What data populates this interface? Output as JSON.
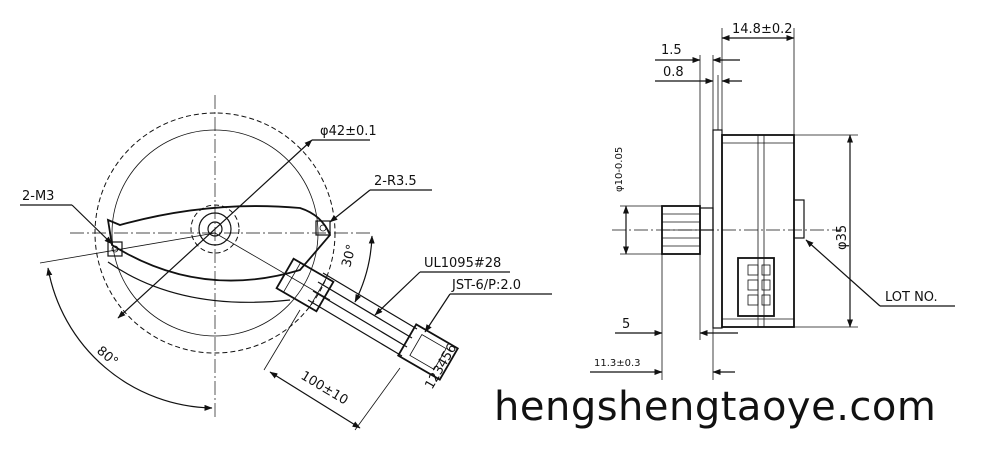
{
  "front_view": {
    "diameter_label": "φ42±0.1",
    "mount_hole_label": "2-M3",
    "radius_label": "2-R3.5",
    "angle_label": "80°",
    "connector_angle_label": "30°",
    "wire_label": "UL1095#28",
    "connector_label": "JST-6/P:2.0",
    "lead_length_label": "100±10",
    "pin_numbers": "123456"
  },
  "side_view": {
    "body_length_label": "14.8±0.2",
    "flange_label": "1.5",
    "plate_label": "0.8",
    "shaft_diameter_label": "φ10-0.05",
    "body_diameter_label": "φ35",
    "lot_label": "LOT NO.",
    "gear_offset_label": "5",
    "shaft_length_label": "11.3±0.3"
  },
  "watermark": "hengshengtaoye.com"
}
